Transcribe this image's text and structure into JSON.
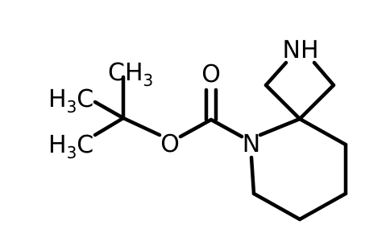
{
  "molecule": {
    "atoms": {
      "carbonyl_oxygen": "O",
      "ester_oxygen": "O",
      "piperidine_nitrogen": "N",
      "azetidine_nitrogen": "N",
      "azetidine_nh_h": "H"
    },
    "methyl_groups": [
      {
        "main": "CH",
        "sub": "3"
      },
      {
        "main": "H",
        "sub": "3",
        "tail": "C"
      },
      {
        "main": "H",
        "sub": "3",
        "tail": "C"
      }
    ]
  }
}
